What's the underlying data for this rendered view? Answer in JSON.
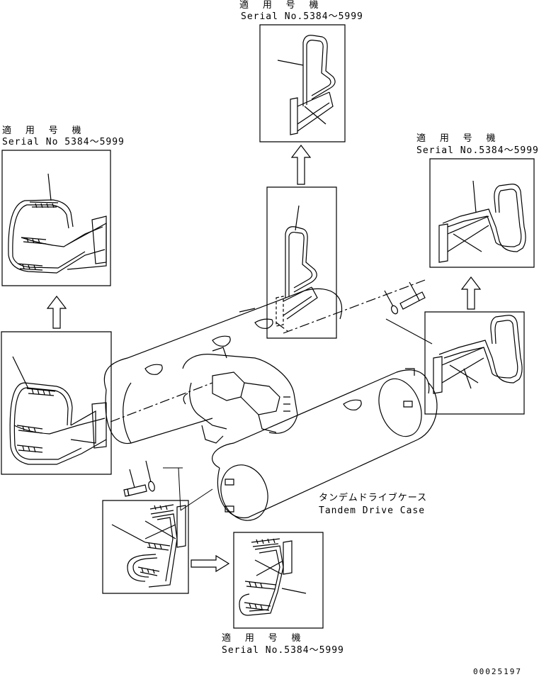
{
  "labels": {
    "top": {
      "applicable_jp": "適 用 号 機",
      "serial": "Serial No.5384～5999"
    },
    "left": {
      "applicable_jp": "適 用 号 機",
      "serial": "Serial No 5384～5999"
    },
    "right": {
      "applicable_jp": "適 用 号 機",
      "serial": "Serial No.5384～5999"
    },
    "bottom": {
      "applicable_jp": "適 用 号 機",
      "serial": "Serial No.5384～5999"
    },
    "tandem_jp": "タンデムドライブケース",
    "tandem_en": "Tandem Drive Case",
    "drawing_no": "00025197"
  }
}
